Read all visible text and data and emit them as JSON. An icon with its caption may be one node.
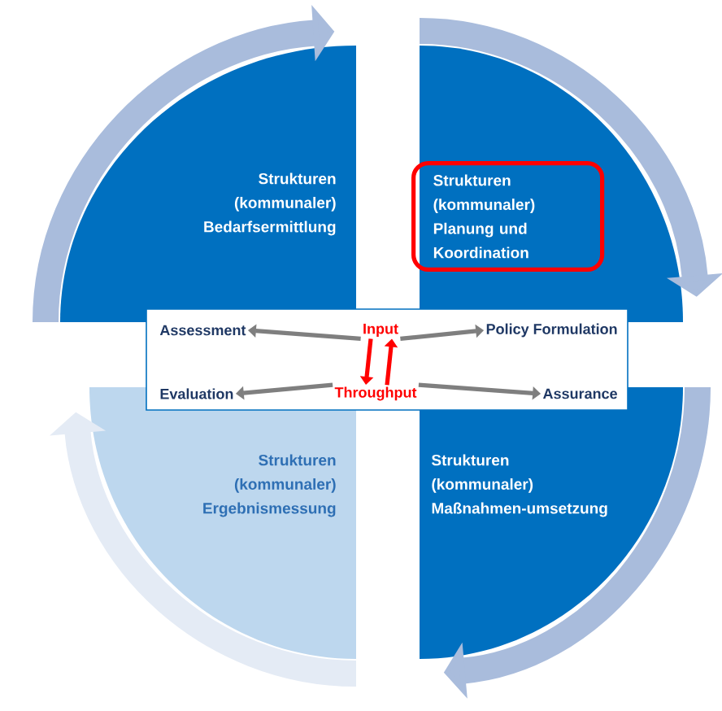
{
  "diagram": {
    "nodes": [
      {
        "text": [
          "Strukturen (kommunaler) Bedarfsermittlung"
        ]
      },
      {
        "text": [
          "Strukturen (kommunaler) Planung und Koordination"
        ]
      },
      {
        "text": [],
        "shape": "box"
      },
      {
        "text": [
          "Assessment"
        ],
        "in": 2
      },
      {
        "text": [
          "Input"
        ],
        "in": 2
      },
      {
        "text": [
          "Policy Formulation"
        ],
        "in": 2
      },
      {
        "text": [
          "Evaluation"
        ],
        "in": 2
      },
      {
        "text": [
          "Throughput"
        ],
        "in": 2
      },
      {
        "text": [
          "Assurance"
        ],
        "in": 2
      },
      {
        "text": [
          "Strukturen (kommunaler) Ergebnismessung"
        ]
      },
      {
        "text": [
          "Strukturen (kommunaler) Maßnahmen-umsetzung"
        ]
      }
    ],
    "edges": [
      {
        "from": 4,
        "to": 7,
        "arrow": "to",
        "color": "#ff0000"
      },
      {
        "from": 7,
        "to": 4,
        "arrow": "to",
        "color": "#ff0000"
      },
      {
        "from": 4,
        "to": 3,
        "arrow": "to",
        "color": "#7f7f7f"
      },
      {
        "from": 4,
        "to": 5,
        "arrow": "to",
        "color": "#7f7f7f"
      },
      {
        "from": 7,
        "to": 6,
        "arrow": "to",
        "color": "#7f7f7f"
      },
      {
        "from": 7,
        "to": 8,
        "arrow": "to",
        "color": "#7f7f7f"
      }
    ]
  }
}
